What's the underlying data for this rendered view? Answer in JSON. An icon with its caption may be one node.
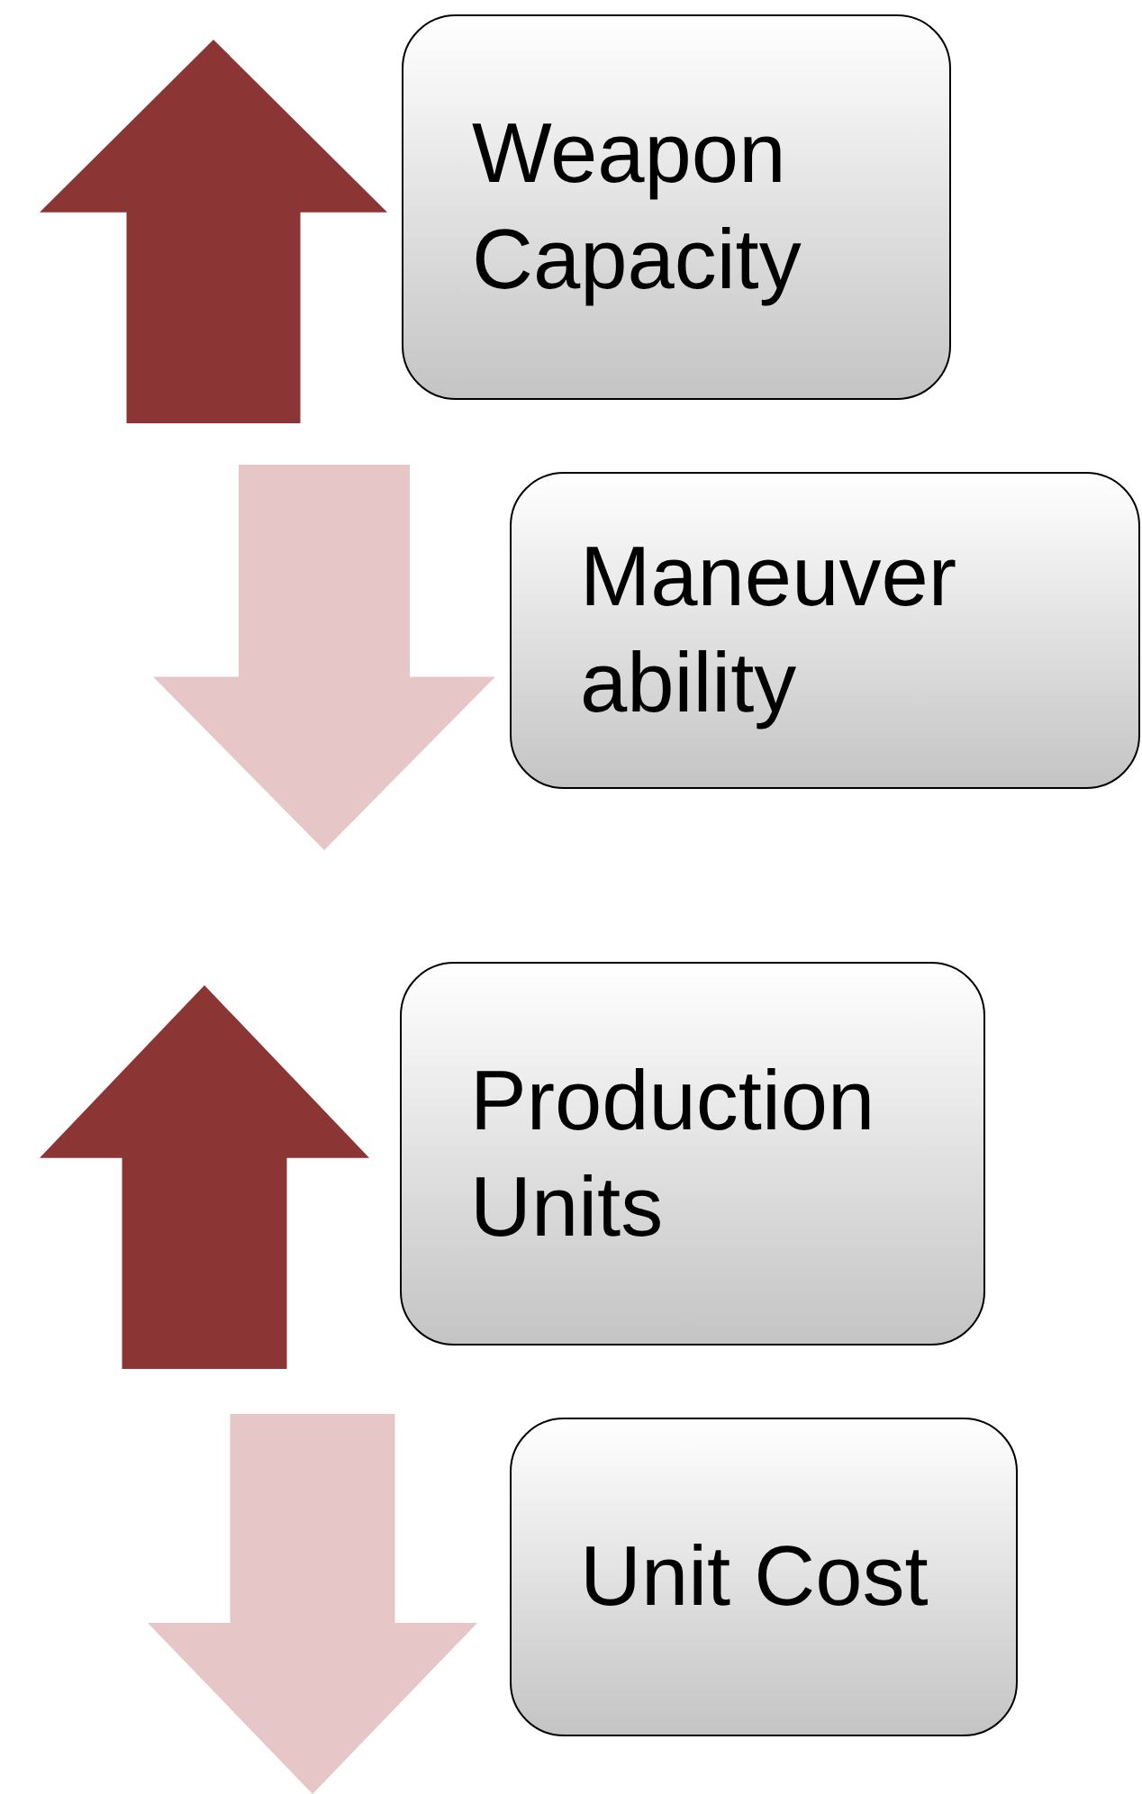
{
  "diagram": {
    "nodes": [
      {
        "text": [
          "Weapon Capacity"
        ]
      },
      {
        "text": [
          "Maneuver ability"
        ]
      },
      {
        "text": [
          "Production Units"
        ]
      },
      {
        "text": [
          "Unit Cost"
        ]
      }
    ]
  }
}
